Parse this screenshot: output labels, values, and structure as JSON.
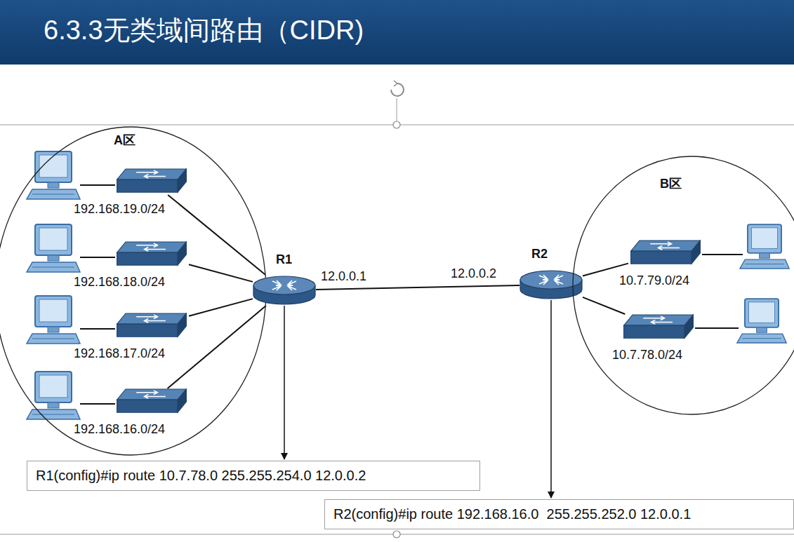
{
  "diagram": {
    "title": "6.3.3无类域间路由（CIDR)",
    "nodes": [
      {
        "text": [
          "A区"
        ]
      },
      {
        "text": [
          "192.168.19.0/24"
        ],
        "in": 0
      },
      {
        "text": [
          "192.168.18.0/24"
        ],
        "in": 0
      },
      {
        "text": [
          "192.168.17.0/24"
        ],
        "in": 0
      },
      {
        "text": [
          "192.168.16.0/24"
        ],
        "in": 0
      },
      {
        "text": [
          "R1"
        ]
      },
      {
        "text": [
          "R2"
        ]
      },
      {
        "text": [
          "B区"
        ]
      },
      {
        "text": [
          "10.7.79.0/24"
        ],
        "in": 7
      },
      {
        "text": [
          "10.7.78.0/24"
        ],
        "in": 7
      },
      {
        "text": [
          "R1(config)#ip route 10.7.78.0 255.255.254.0 12.0.0.2"
        ]
      },
      {
        "text": [
          "R2(config)#ip route 192.168.16.0  255.255.252.0 12.0.0.1"
        ]
      }
    ],
    "edges": [
      {
        "from": 5,
        "to": 1,
        "arrow": "none"
      },
      {
        "from": 5,
        "to": 2,
        "arrow": "none"
      },
      {
        "from": 5,
        "to": 3,
        "arrow": "none"
      },
      {
        "from": 5,
        "to": 4,
        "arrow": "none"
      },
      {
        "from": 5,
        "to": 6,
        "arrow": "none"
      },
      {
        "from": 6,
        "to": 8,
        "arrow": "none"
      },
      {
        "from": 6,
        "to": 9,
        "arrow": "none"
      },
      {
        "from": 5,
        "to": 10,
        "arrow": "to"
      },
      {
        "from": 6,
        "to": 11,
        "arrow": "to"
      }
    ],
    "labels": [
      "12.0.0.1",
      "12.0.0.2"
    ]
  }
}
